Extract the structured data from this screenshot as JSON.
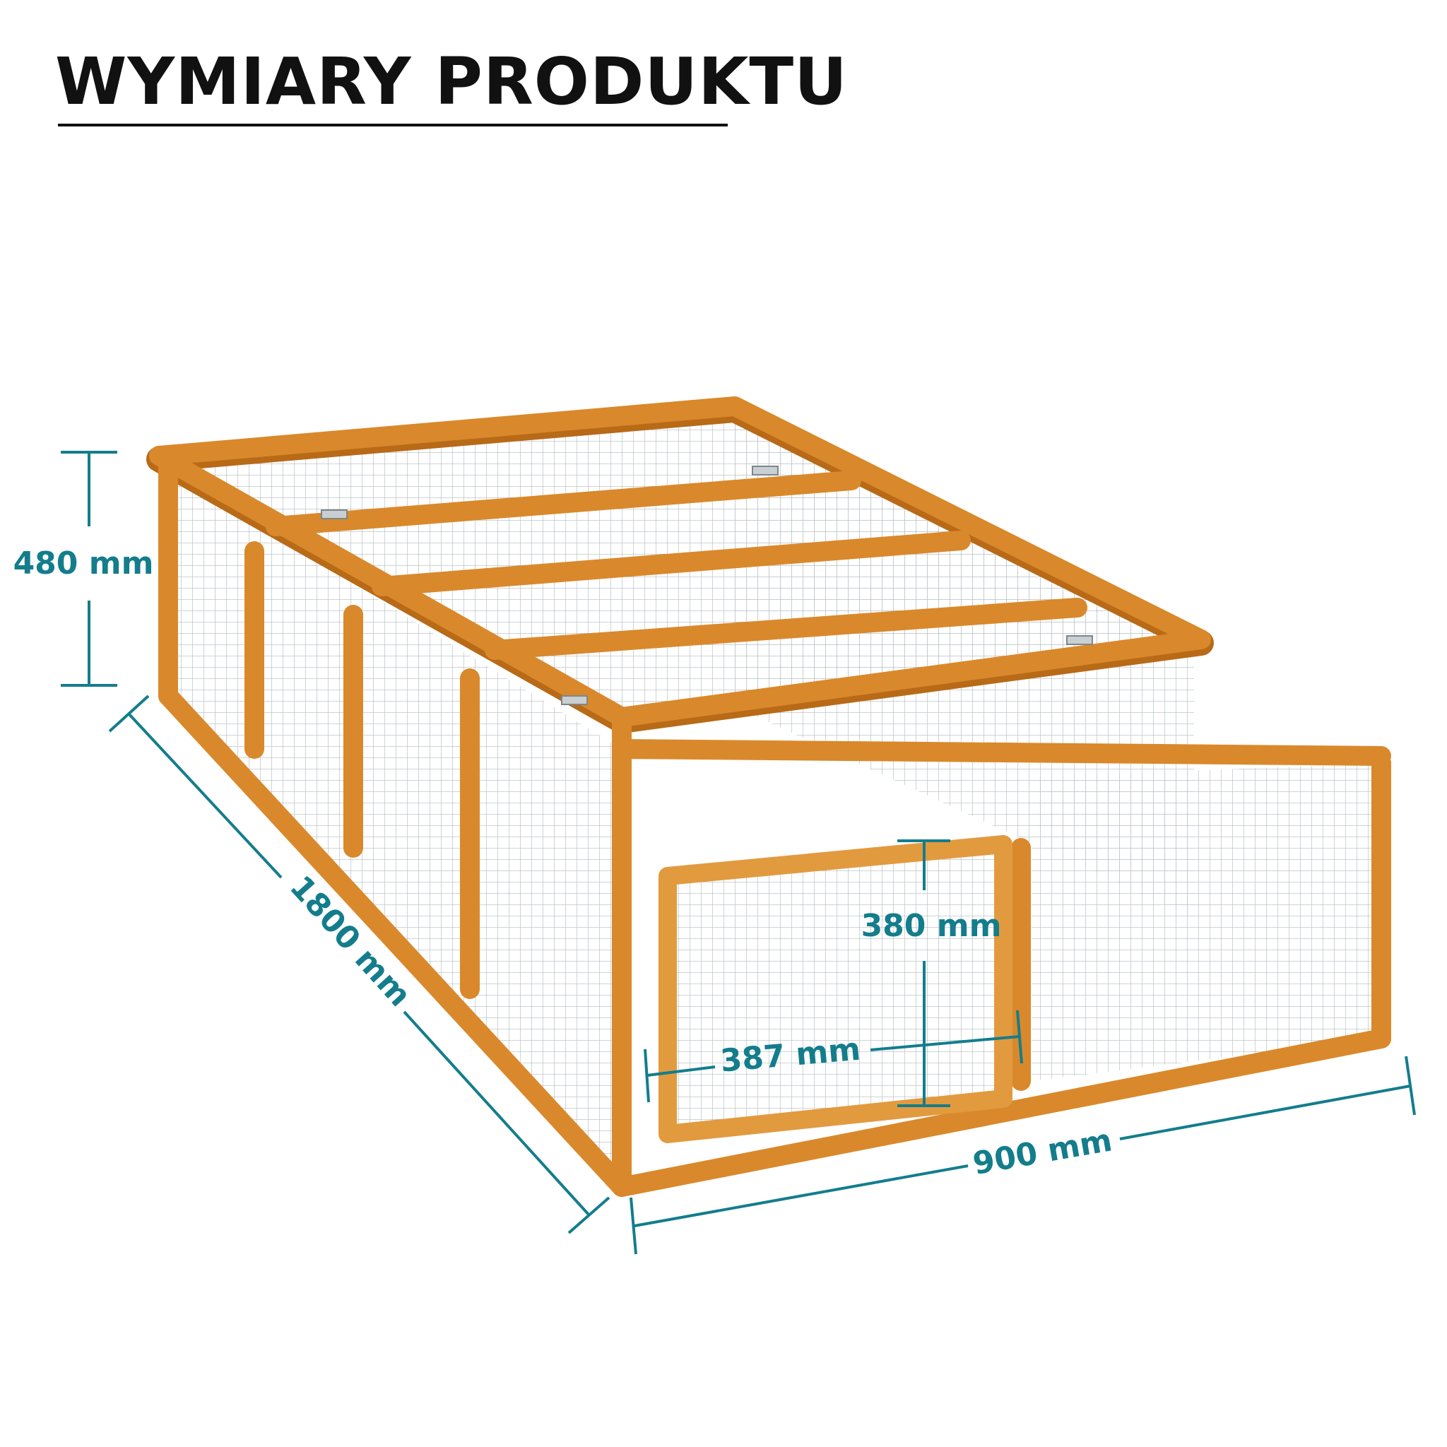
{
  "title": "WYMIARY PRODUKTU",
  "colors": {
    "dimension": "#137d8c",
    "wood": "#d9892b",
    "wood_dark": "#b86a17",
    "wood_light": "#e9a24a",
    "mesh": "#9aa3a8",
    "title": "#111111"
  },
  "dimensions": {
    "height": "480 mm",
    "length": "1800 mm",
    "width": "900 mm",
    "door_height": "380 mm",
    "door_width": "387 mm"
  }
}
